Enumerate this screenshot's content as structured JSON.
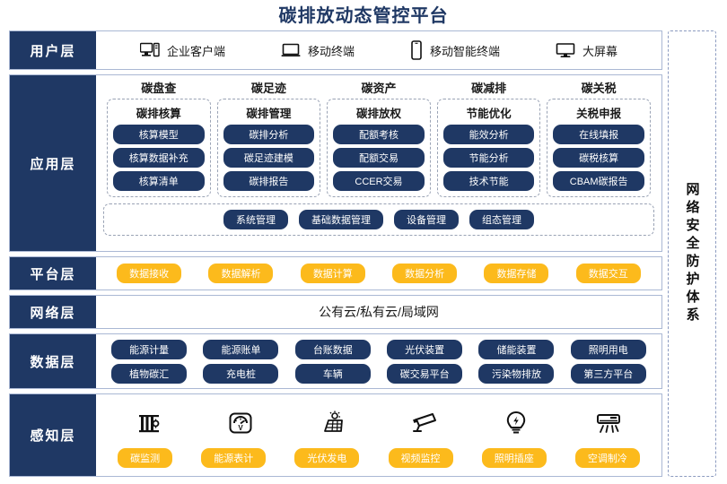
{
  "title": "碳排放动态管控平台",
  "security_column": {
    "label": "网络安全防护体系"
  },
  "layers": {
    "user": {
      "label": "用户层",
      "items": [
        {
          "icon": "desktop-pc-icon",
          "label": "企业客户端"
        },
        {
          "icon": "laptop-icon",
          "label": "移动终端"
        },
        {
          "icon": "smartphone-icon",
          "label": "移动智能终端"
        },
        {
          "icon": "large-screen-icon",
          "label": "大屏幕"
        }
      ]
    },
    "application": {
      "label": "应用层",
      "columns": [
        {
          "title": "碳盘查",
          "subtitle": "碳排核算",
          "items": [
            "核算模型",
            "核算数据补充",
            "核算清单"
          ]
        },
        {
          "title": "碳足迹",
          "subtitle": "碳排管理",
          "items": [
            "碳排分析",
            "碳足迹建模",
            "碳排报告"
          ]
        },
        {
          "title": "碳资产",
          "subtitle": "碳排放权",
          "items": [
            "配额考核",
            "配额交易",
            "CCER交易"
          ]
        },
        {
          "title": "碳减排",
          "subtitle": "节能优化",
          "items": [
            "能效分析",
            "节能分析",
            "技术节能"
          ]
        },
        {
          "title": "碳关税",
          "subtitle": "关税申报",
          "items": [
            "在线填报",
            "碳税核算",
            "CBAM碳报告"
          ]
        }
      ],
      "management": [
        "系统管理",
        "基础数据管理",
        "设备管理",
        "组态管理"
      ]
    },
    "platform": {
      "label": "平台层",
      "items": [
        "数据接收",
        "数据解析",
        "数据计算",
        "数据分析",
        "数据存储",
        "数据交互"
      ]
    },
    "network": {
      "label": "网络层",
      "text": "公有云/私有云/局域网"
    },
    "data": {
      "label": "数据层",
      "row1": [
        "能源计量",
        "能源账单",
        "台账数据",
        "光伏装置",
        "储能装置",
        "照明用电"
      ],
      "row2": [
        "植物碳汇",
        "充电桩",
        "车辆",
        "碳交易平台",
        "污染物排放",
        "第三方平台"
      ]
    },
    "perception": {
      "label": "感知层",
      "items": [
        {
          "icon": "carbon-monitor-icon",
          "label": "碳监测"
        },
        {
          "icon": "energy-meter-icon",
          "label": "能源表计"
        },
        {
          "icon": "solar-panel-icon",
          "label": "光伏发电"
        },
        {
          "icon": "cctv-camera-icon",
          "label": "视频监控"
        },
        {
          "icon": "light-bulb-icon",
          "label": "照明插座"
        },
        {
          "icon": "air-conditioner-icon",
          "label": "空调制冷"
        }
      ]
    }
  },
  "colors": {
    "navy": "#1f3864",
    "amber": "#fcba1c",
    "border_blue": "#aab8d4",
    "dash_gray": "#9aa3b5"
  }
}
